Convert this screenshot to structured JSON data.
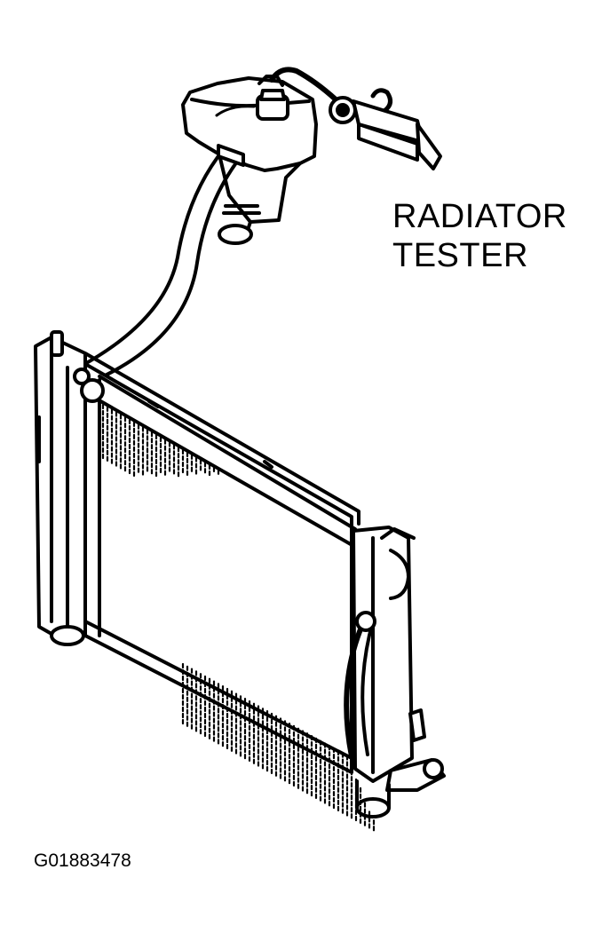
{
  "callout": {
    "line1": "RADIATOR",
    "line2": "TESTER"
  },
  "figure_id": "G01883478",
  "colors": {
    "ink": "#000000",
    "paper": "#ffffff"
  }
}
